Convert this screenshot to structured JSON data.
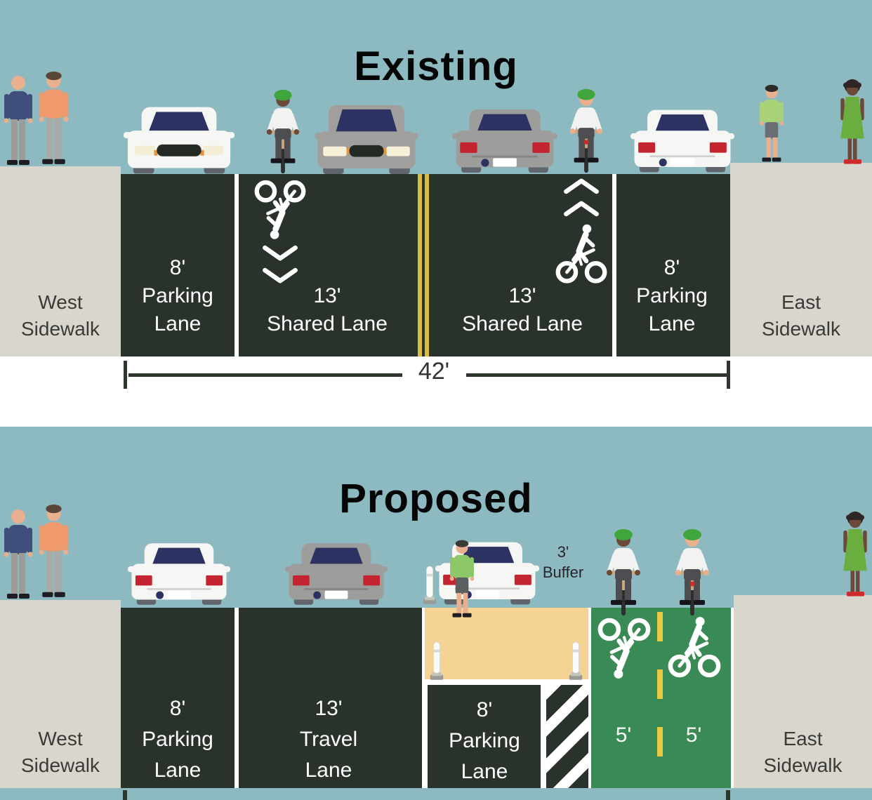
{
  "palette": {
    "sky": "#8CBAC0",
    "road_asphalt": "#2A332B",
    "sidewalk": "#D9D6CD",
    "lane_line_white": "#FFFFFF",
    "center_line_yellow": "#D9BC40",
    "bike_lane_green": "#3A8A55",
    "buffer_island_tan": "#F4D395",
    "marking_white": "#FFFFFF",
    "taillight_red": "#C32430"
  },
  "existing": {
    "title": "Existing",
    "west_sidewalk": {
      "line1": "West",
      "line2": "Sidewalk"
    },
    "east_sidewalk": {
      "line1": "East",
      "line2": "Sidewalk"
    },
    "lanes": [
      {
        "width": "8'",
        "name_line1": "Parking",
        "name_line2": "Lane"
      },
      {
        "width": "13'",
        "name_line1": "Shared Lane"
      },
      {
        "width": "13'",
        "name_line1": "Shared Lane"
      },
      {
        "width": "8'",
        "name_line1": "Parking",
        "name_line2": "Lane"
      }
    ],
    "total_width": "42'"
  },
  "proposed": {
    "title": "Proposed",
    "west_sidewalk": {
      "line1": "West",
      "line2": "Sidewalk"
    },
    "east_sidewalk": {
      "line1": "East",
      "line2": "Sidewalk"
    },
    "lanes": [
      {
        "width": "8'",
        "name_line1": "Parking",
        "name_line2": "Lane"
      },
      {
        "width": "13'",
        "name_line1": "Travel",
        "name_line2": "Lane"
      },
      {
        "width": "8'",
        "name_line1": "Parking",
        "name_line2": "Lane"
      },
      {
        "width": "3'",
        "name_line1": "Buffer"
      },
      {
        "width": "5'"
      },
      {
        "width": "5'"
      }
    ]
  }
}
